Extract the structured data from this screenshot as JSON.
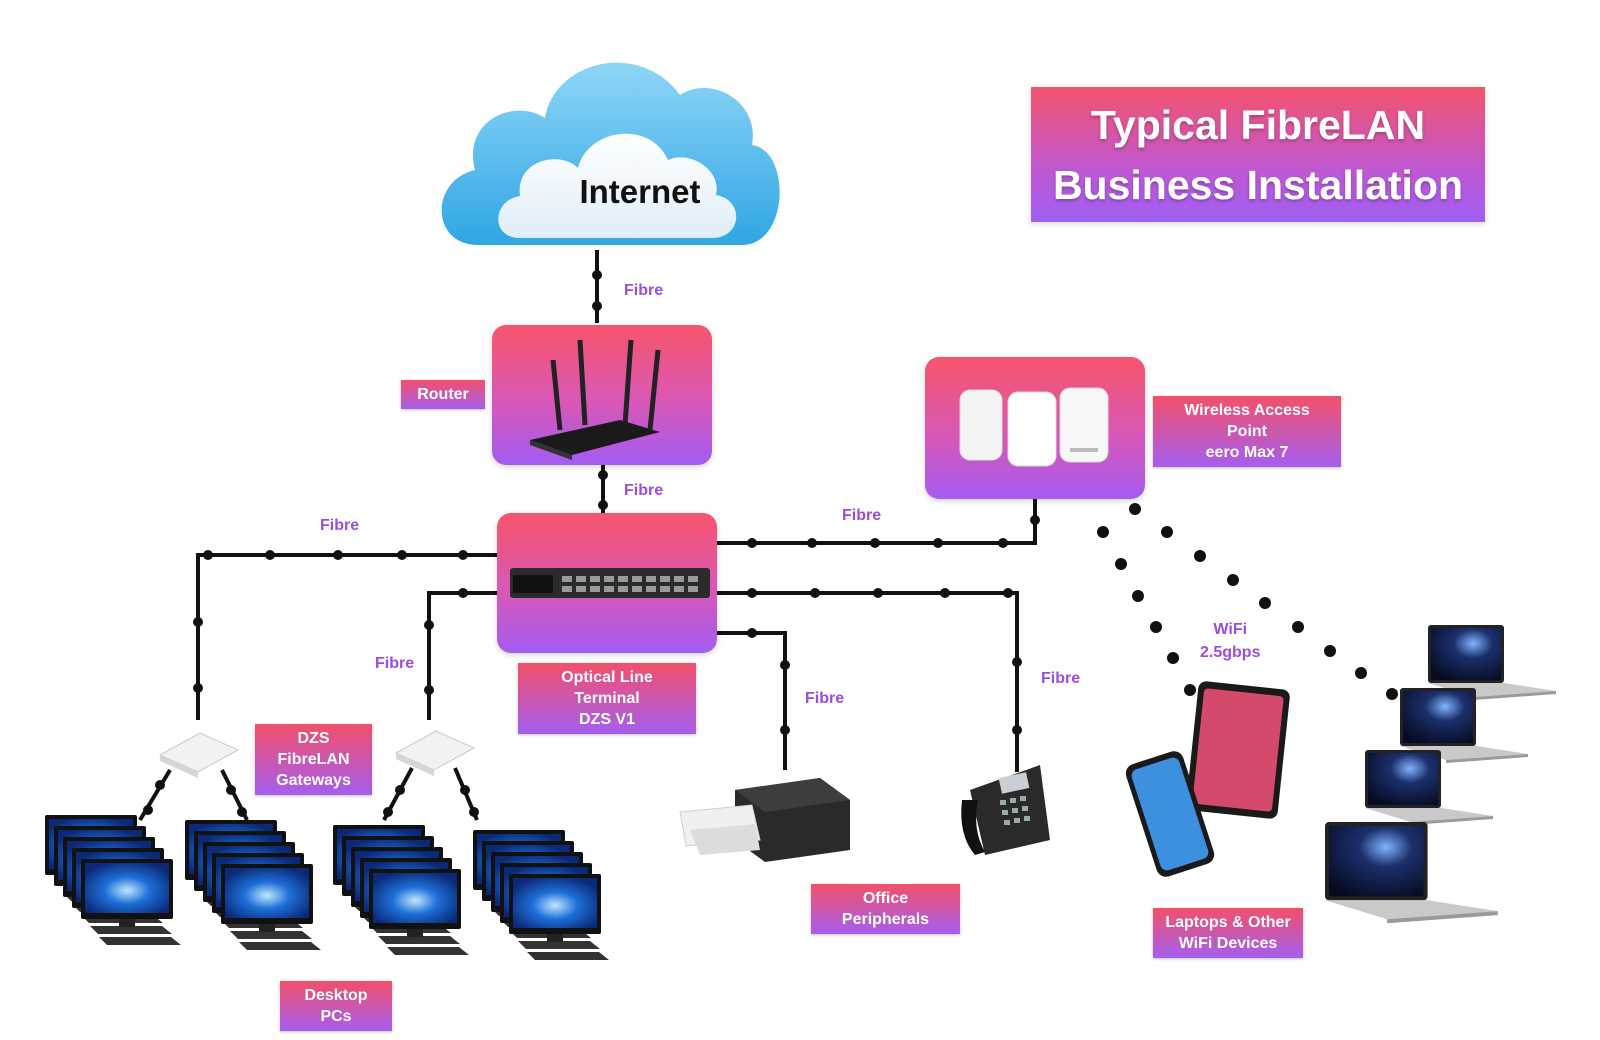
{
  "title": {
    "line1": "Typical FibreLAN",
    "line2": "Business Installation"
  },
  "cloud": {
    "label": "Internet",
    "icon": "cloud-icon"
  },
  "nodes": {
    "router": {
      "label": "Router",
      "icon": "router-icon"
    },
    "olt": {
      "label_line1": "Optical Line Terminal",
      "label_line2": "DZS V1",
      "icon": "olt-rack-icon"
    },
    "wap": {
      "label_line1": "Wireless Access Point",
      "label_line2": "eero Max 7",
      "icon": "access-point-icon"
    },
    "gateways": {
      "label_line1": "DZS FibreLAN",
      "label_line2": "Gateways",
      "icon": "gateway-icon"
    },
    "desktops": {
      "label": "Desktop PCs",
      "icon": "desktop-pc-icon"
    },
    "peripherals": {
      "label": "Office Peripherals",
      "icon": "printer-icon",
      "phone_icon": "desk-phone-icon"
    },
    "wifi_devices": {
      "label_line1": "Laptops & Other",
      "label_line2": "WiFi Devices",
      "icon": "laptop-icon",
      "tablet_icon": "tablet-icon",
      "phone_icon": "smartphone-icon"
    }
  },
  "links": {
    "internet_router": "Fibre",
    "router_olt": "Fibre",
    "olt_left": "Fibre",
    "olt_gateway2": "Fibre",
    "olt_wap": "Fibre",
    "olt_printer": "Fibre",
    "olt_phone": "Fibre",
    "wifi_line1": "WiFi",
    "wifi_line2": "2.5gbps"
  },
  "colors": {
    "gradient_top": "#f7566b",
    "gradient_bottom": "#a35cf2",
    "link_label": "#9b4de0",
    "cable": "#111111"
  }
}
